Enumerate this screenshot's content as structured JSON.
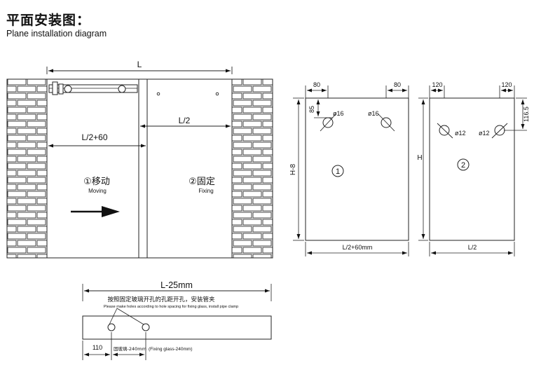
{
  "title": {
    "cn": "平面安装图：",
    "en": "Plane installation diagram"
  },
  "main_view": {
    "dim_total": "L",
    "dim_half": "L/2",
    "dim_moving": "L/2+60",
    "panel1_label_cn": "①移动",
    "panel1_label_en": "Moving",
    "panel2_label_cn": "②固定",
    "panel2_label_en": "Fixing"
  },
  "panel1_detail": {
    "marker": "①",
    "dim_left": "80",
    "dim_right": "80",
    "dim_top": "85",
    "hole_left": "ø16",
    "hole_right": "ø16",
    "dim_height": "H-8",
    "dim_width": "L/2+60mm"
  },
  "panel2_detail": {
    "marker": "②",
    "dim_left": "120",
    "dim_right": "120",
    "dim_top": "116.5",
    "hole_left": "ø12",
    "hole_right": "ø12",
    "dim_height": "H",
    "dim_width": "L/2"
  },
  "bottom_detail": {
    "dim_total": "L-25mm",
    "note_cn": "按照固定玻璃开孔的孔距开孔，安装管夹",
    "note_en": "Please make holes according to hole spacing for fixing glass, install pipe clamp",
    "dim_offset": "110",
    "dim_spacing_cn": "固玻璃-240mm",
    "dim_spacing_en": "(Fixing glass-240mm)"
  }
}
